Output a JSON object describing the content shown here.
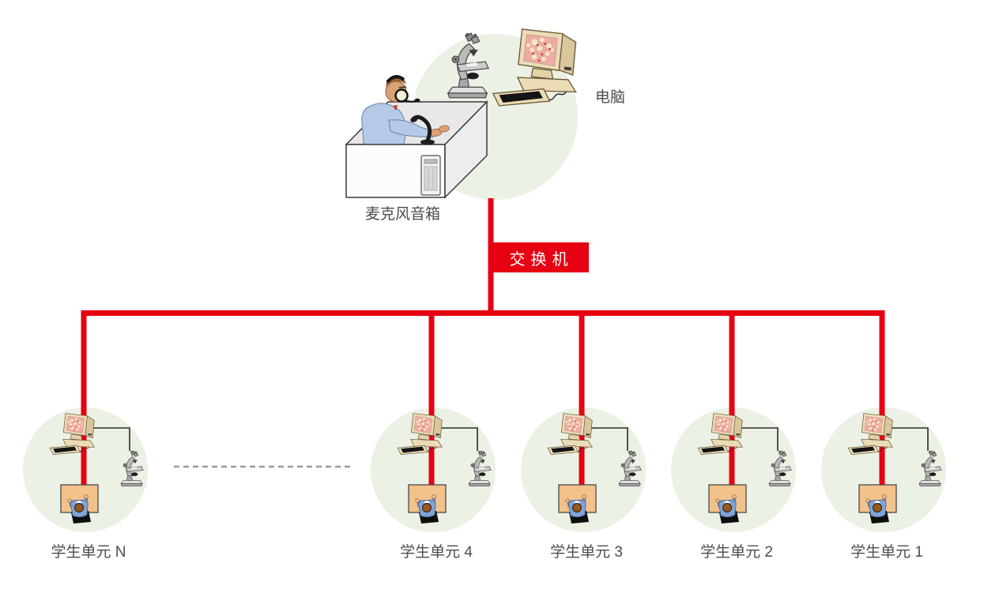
{
  "diagram": {
    "type": "classroom-network-topology",
    "teacher_station": {
      "computer_label": "电脑",
      "desk_label": "麦克风音箱"
    },
    "switch": {
      "label": "交换机"
    },
    "student_units": [
      {
        "label": "学生单元 N"
      },
      {
        "label": "学生单元 4"
      },
      {
        "label": "学生单元 3"
      },
      {
        "label": "学生单元 2"
      },
      {
        "label": "学生单元 1"
      }
    ]
  },
  "colors": {
    "line-red": "#e60012",
    "zone-green": "#ebf1e4",
    "desk-tan": "#f2c28c",
    "label-gray": "#4d4d4d",
    "dash-gray": "#9a9a9a",
    "switch-text": "#ffffff"
  }
}
